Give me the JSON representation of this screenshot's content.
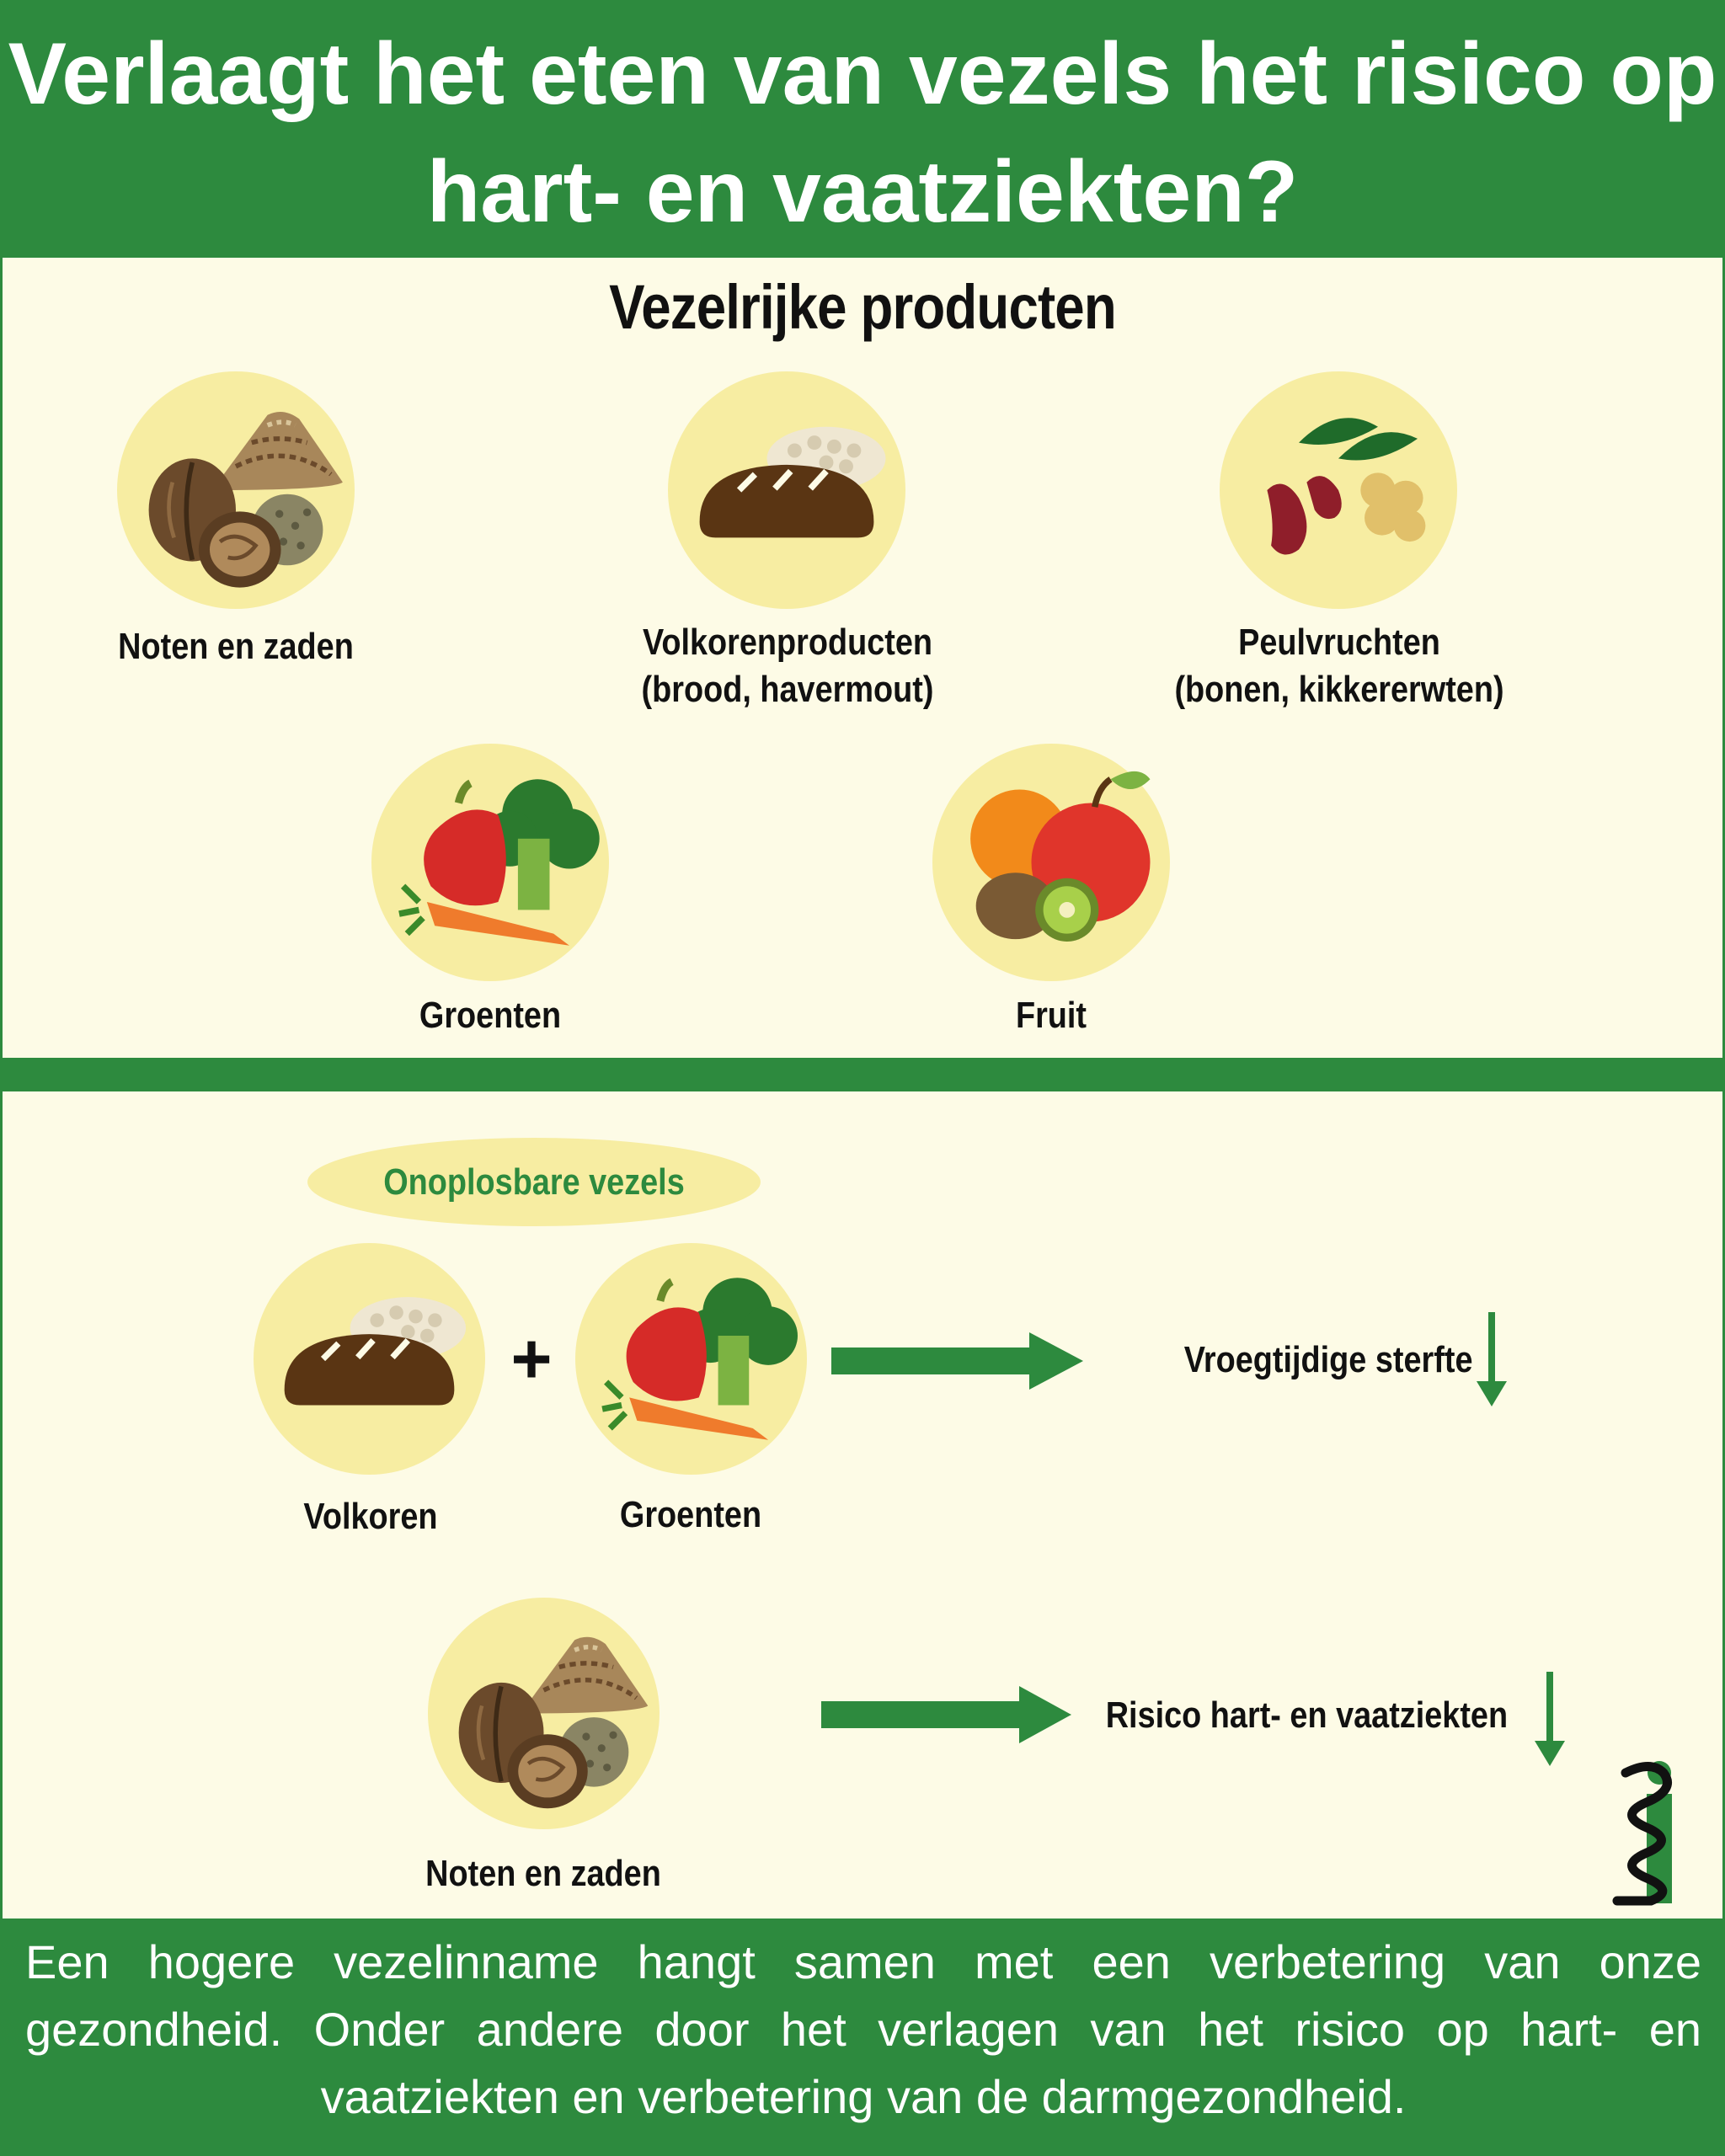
{
  "header": {
    "title": "Verlaagt het eten van vezels het risico op hart- en vaatziekten?"
  },
  "products": {
    "title": "Vezelrijke producten",
    "items": [
      {
        "label_lines": [
          "Noten en zaden"
        ],
        "icon": "nuts-seeds-icon"
      },
      {
        "label_lines": [
          "Volkorenproducten",
          "(brood, havermout)"
        ],
        "icon": "bread-oats-icon"
      },
      {
        "label_lines": [
          "Peulvruchten",
          "(bonen, kikkererwten)"
        ],
        "icon": "legumes-icon"
      },
      {
        "label_lines": [
          "Groenten"
        ],
        "icon": "vegetables-icon"
      },
      {
        "label_lines": [
          "Fruit"
        ],
        "icon": "fruit-icon"
      }
    ]
  },
  "effects": {
    "fiber_type": "Onoplosbare vezels",
    "plus": "+",
    "combo": {
      "first_label": "Volkoren",
      "second_label": "Groenten",
      "outcome": "Vroegtijdige sterfte"
    },
    "nuts": {
      "label": "Noten en zaden",
      "outcome": "Risico hart- en vaatziekten"
    }
  },
  "footer": {
    "text": "Een hogere vezelinname hangt samen met een verbetering van onze gezondheid. Onder andere door het verlagen van het risico op hart- en vaatziekten en verbetering van de darmgezondheid."
  },
  "colors": {
    "brand_green": "#2d8a3e",
    "circle_yellow": "#f7eda2",
    "background": "#fdfbe6"
  }
}
